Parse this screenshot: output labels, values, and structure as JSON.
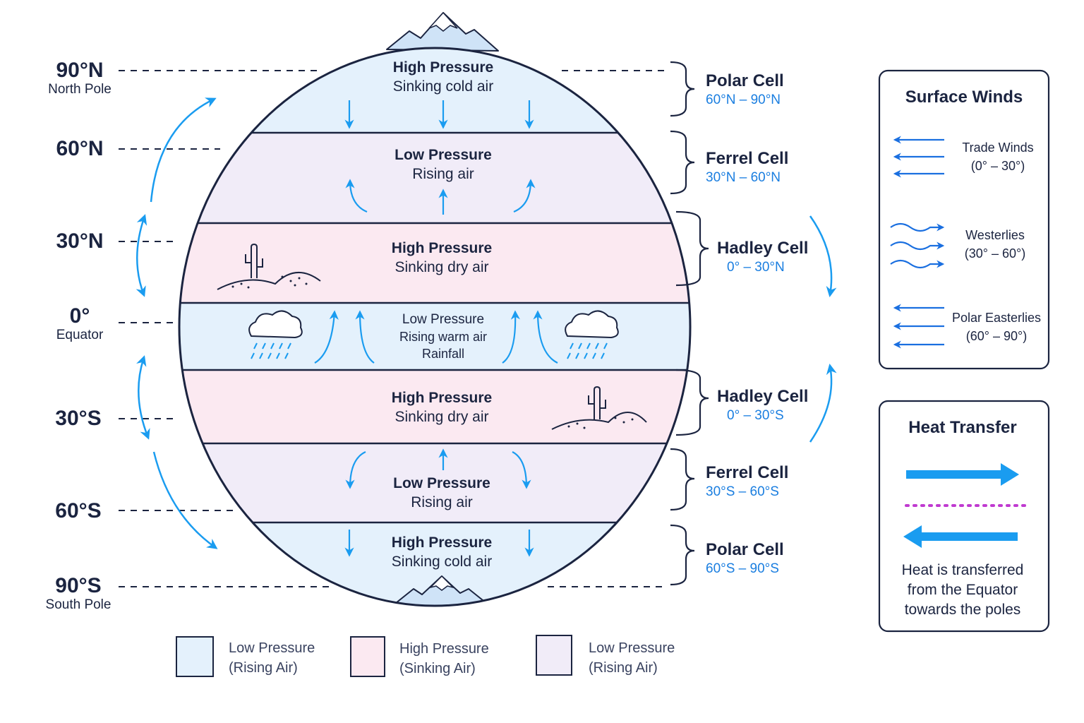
{
  "latitudes": [
    {
      "deg": "90°N",
      "sub": "North Pole"
    },
    {
      "deg": "60°N",
      "sub": ""
    },
    {
      "deg": "30°N",
      "sub": ""
    },
    {
      "deg": "0°",
      "sub": "Equator"
    },
    {
      "deg": "30°S",
      "sub": ""
    },
    {
      "deg": "60°S",
      "sub": ""
    },
    {
      "deg": "90°S",
      "sub": "South Pole"
    }
  ],
  "zones": [
    {
      "title": "High Pressure",
      "lines": [
        "Sinking cold air"
      ],
      "fill": "#e4f1fc"
    },
    {
      "title": "Low Pressure",
      "lines": [
        "Rising air"
      ],
      "fill": "#f1ecf8"
    },
    {
      "title": "High Pressure",
      "lines": [
        "Sinking dry air"
      ],
      "fill": "#fbe9f1"
    },
    {
      "title": "Low Pressure",
      "lines": [
        "Rising warm air",
        "Rainfall"
      ],
      "fill": "#e4f1fc"
    },
    {
      "title": "High Pressure",
      "lines": [
        "Sinking dry air"
      ],
      "fill": "#fbe9f1"
    },
    {
      "title": "Low Pressure",
      "lines": [
        "Rising air"
      ],
      "fill": "#f1ecf8"
    },
    {
      "title": "High Pressure",
      "lines": [
        "Sinking cold air"
      ],
      "fill": "#e4f1fc"
    }
  ],
  "cells": [
    {
      "name": "Polar Cell",
      "range": "60°N – 90°N"
    },
    {
      "name": "Ferrel Cell",
      "range": "30°N – 60°N"
    },
    {
      "name": "Hadley Cell",
      "range": "0° – 30°N"
    },
    {
      "name": "Hadley Cell",
      "range": "0° – 30°S"
    },
    {
      "name": "Ferrel Cell",
      "range": "30°S – 60°S"
    },
    {
      "name": "Polar Cell",
      "range": "60°S – 90°S"
    }
  ],
  "surface_winds": {
    "title": "Surface Winds",
    "items": [
      {
        "name": "Trade Winds",
        "range": "(0° – 30°)",
        "icon": "straight-arrows-icon"
      },
      {
        "name": "Westerlies",
        "range": "(30° – 60°)",
        "icon": "wavy-arrows-icon"
      },
      {
        "name": "Polar Easterlies",
        "range": "(60° – 90°)",
        "icon": "straight-arrows-icon"
      }
    ]
  },
  "heat_transfer": {
    "title": "Heat Transfer",
    "lines": [
      "Heat is transferred",
      "from the Equator",
      "towards the poles"
    ]
  },
  "legend": [
    {
      "label": "Low Pressure",
      "sub": "(Rising Air)",
      "color": "#e4f1fc"
    },
    {
      "label": "High Pressure",
      "sub": "(Sinking Air)",
      "color": "#fbe9f1"
    },
    {
      "label": "Low Pressure",
      "sub": "(Rising Air)",
      "color": "#f1ecf8"
    }
  ],
  "colors": {
    "arrow": "#1a9cf0",
    "outline": "#1b2440",
    "range_text": "#1a7ee0",
    "dotted": "#c03ad0"
  }
}
